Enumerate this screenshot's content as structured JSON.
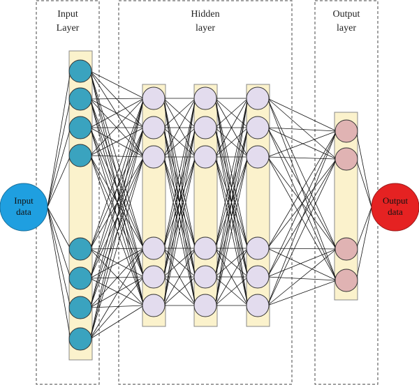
{
  "labels": {
    "input_layer": [
      "Input",
      "Layer"
    ],
    "hidden_layer": [
      "Hidden",
      "layer"
    ],
    "output_layer": [
      "Output",
      "layer"
    ],
    "input_data": [
      "Input",
      "data"
    ],
    "output_data": [
      "Output",
      "data"
    ]
  },
  "colors": {
    "input_node": "#3aa3bf",
    "hidden_node": "#e3dcee",
    "output_node": "#e0b3b3",
    "column_fill": "#fbf2cc",
    "input_data": "#1f9fe0",
    "output_data": "#e52222"
  },
  "layers": {
    "input_layer_nodes": 8,
    "hidden_layer_1_nodes": 6,
    "hidden_layer_2_nodes": 6,
    "hidden_layer_3_nodes": 6,
    "output_layer_nodes": 4
  }
}
